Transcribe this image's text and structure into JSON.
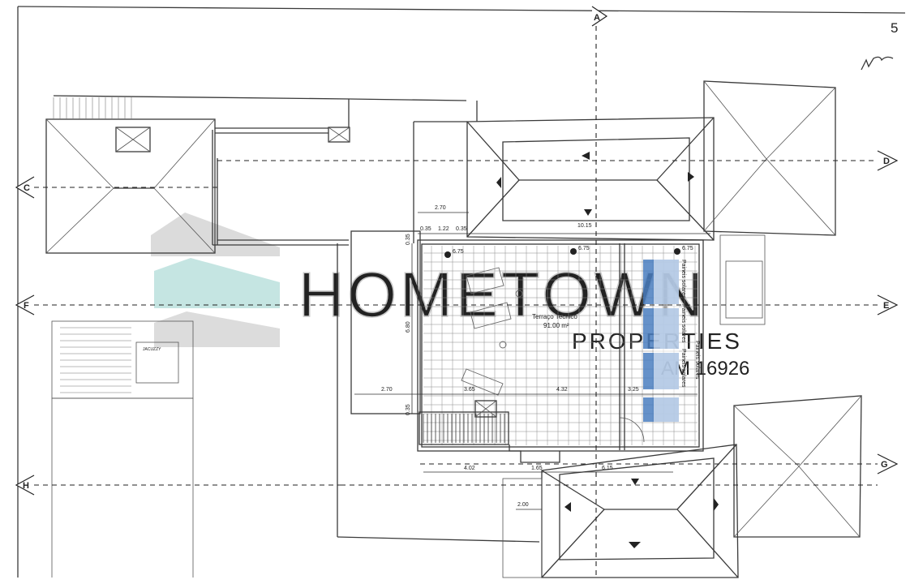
{
  "sheet": {
    "page_number": "5",
    "signature": "initials-signature"
  },
  "axes": {
    "A": "A",
    "C": "C",
    "D": "D",
    "E": "E",
    "F": "F",
    "G": "G",
    "H": "H"
  },
  "room": {
    "name": "Terraço Tecnico",
    "area": "91.00 m²",
    "label_small": "JACUZZY"
  },
  "panels": {
    "label": "Paineis solares"
  },
  "levels": {
    "lv1": "6.75",
    "lv2": "6.75",
    "lv3": "6.75"
  },
  "dimensions": {
    "d_270_top": "2.70",
    "d_035_a": "0.35",
    "d_122": "1.22",
    "d_035_b": "0.35",
    "d_1015": "10.15",
    "d_035_c": "0.35",
    "d_680": "6.80",
    "d_270_mid": "2.70",
    "d_365": "3.65",
    "d_432": "4.32",
    "d_325": "3.25",
    "d_035_d": "0.35",
    "d_402": "4.02",
    "d_165": "1.65",
    "d_615": "6.15",
    "d_200": "2.00"
  },
  "watermark": {
    "brand": "HOMETOWN",
    "sub": "PROPERTIES",
    "license": "AM 16926",
    "colors": {
      "grey": "#c9c9c9",
      "teal": "#bfe3df"
    }
  }
}
